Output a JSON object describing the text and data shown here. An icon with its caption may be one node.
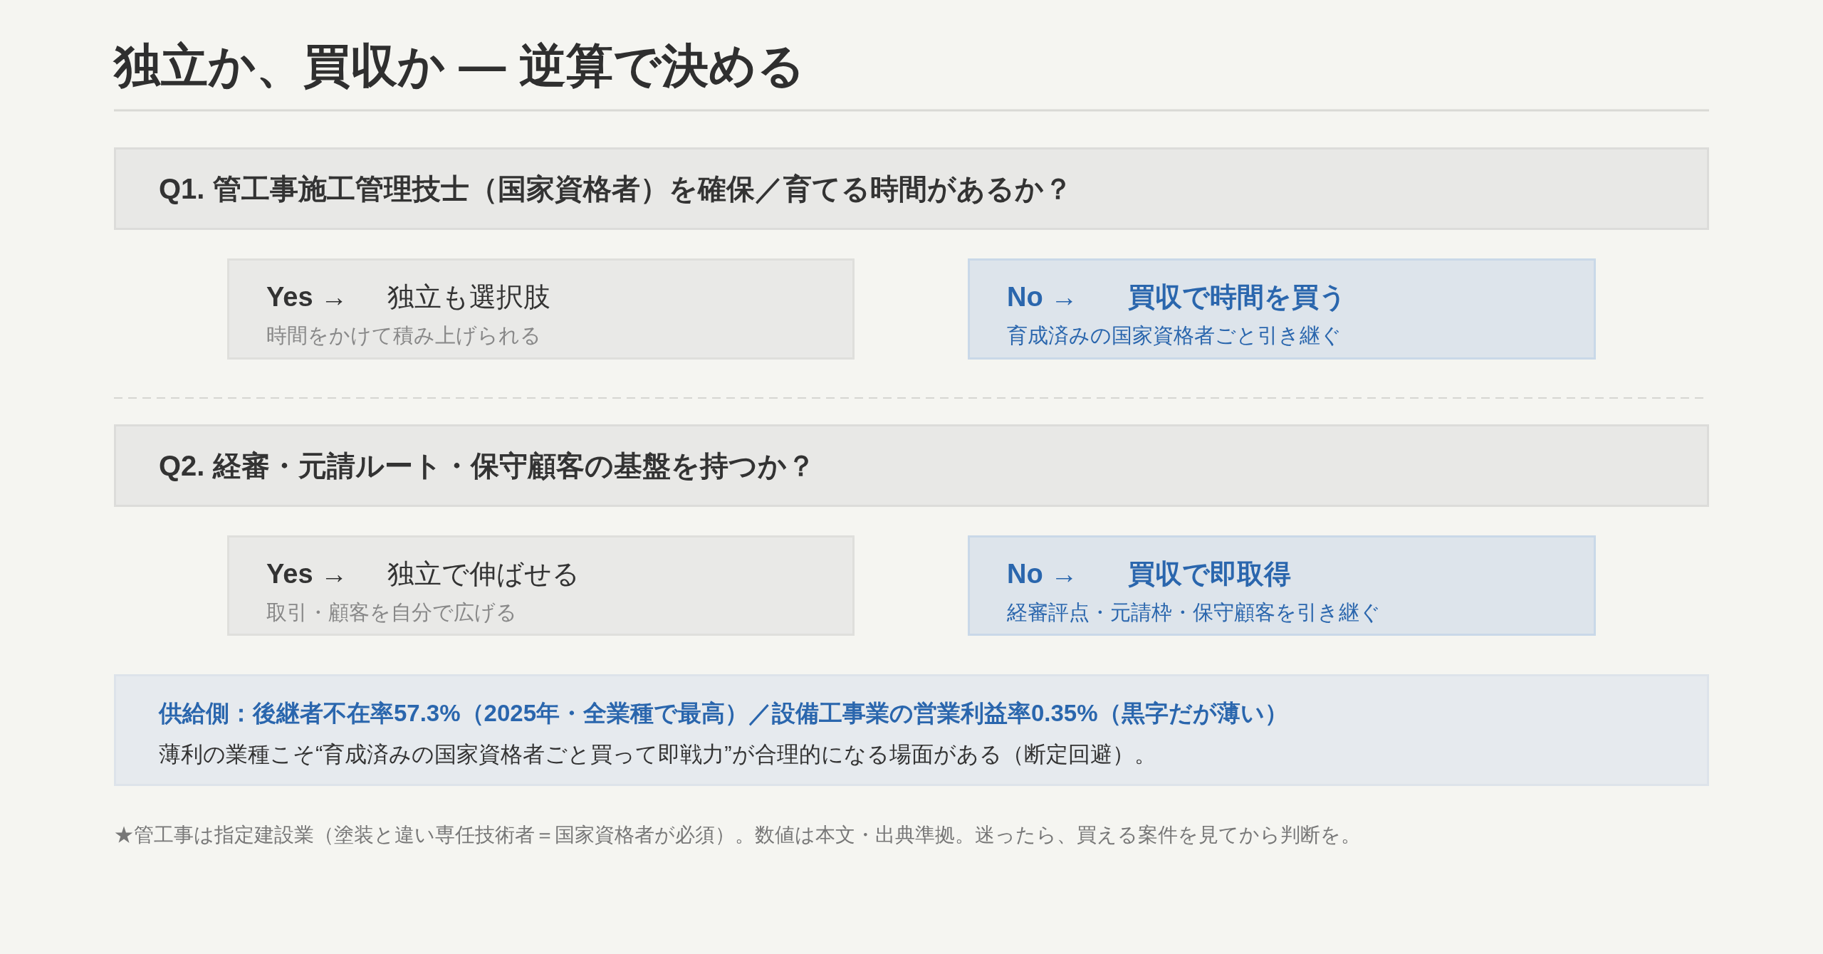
{
  "diagram": {
    "title": "独立か、買収か — 逆算で決める",
    "nodes": [
      {
        "text": [
          "Q1. 管工事施工管理技士（国家資格者）を確保／育てる時間があるか？"
        ]
      },
      {
        "text": [
          "Yes →",
          "独立も選択肢",
          "時間をかけて積み上げられる"
        ]
      },
      {
        "text": [
          "No →",
          "買収で時間を買う",
          "育成済みの国家資格者ごと引き継ぐ"
        ]
      },
      {
        "text": [
          "Q2. 経審・元請ルート・保守顧客の基盤を持つか？"
        ]
      },
      {
        "text": [
          "Yes →",
          "独立で伸ばせる",
          "取引・顧客を自分で広げる"
        ]
      },
      {
        "text": [
          "No →",
          "買収で即取得",
          "経審評点・元請枠・保守顧客を引き継ぐ"
        ]
      },
      {
        "text": [
          "供給側：後継者不在率57.3%（2025年・全業種で最高）／設備工事業の営業利益率0.35%（黒字だが薄い）",
          "薄利の業種こそ“育成済みの国家資格者ごと買って即戦力”が合理的になる場面がある（断定回避）。"
        ]
      }
    ],
    "labels": [
      "★管工事は指定建設業（塗装と違い専任技術者＝国家資格者が必須）。数値は本文・出典準拠。迷ったら、買える案件を見てから判断を。"
    ]
  }
}
